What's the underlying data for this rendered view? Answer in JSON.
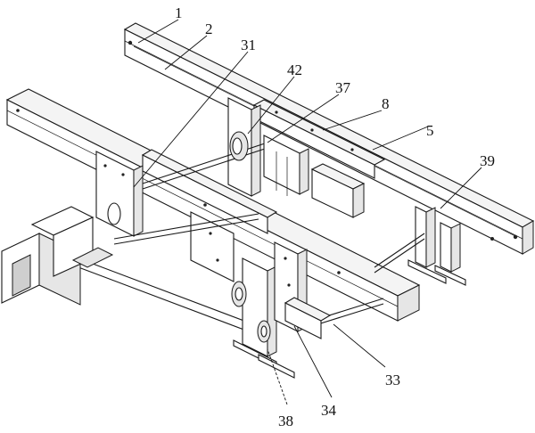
{
  "labels": [
    {
      "id": "1",
      "text": "1"
    },
    {
      "id": "2",
      "text": "2"
    },
    {
      "id": "31",
      "text": "31"
    },
    {
      "id": "42",
      "text": "42"
    },
    {
      "id": "37",
      "text": "37"
    },
    {
      "id": "8",
      "text": "8"
    },
    {
      "id": "5",
      "text": "5"
    },
    {
      "id": "39",
      "text": "39"
    },
    {
      "id": "33",
      "text": "33"
    },
    {
      "id": "34",
      "text": "34"
    },
    {
      "id": "38",
      "text": "38"
    }
  ]
}
